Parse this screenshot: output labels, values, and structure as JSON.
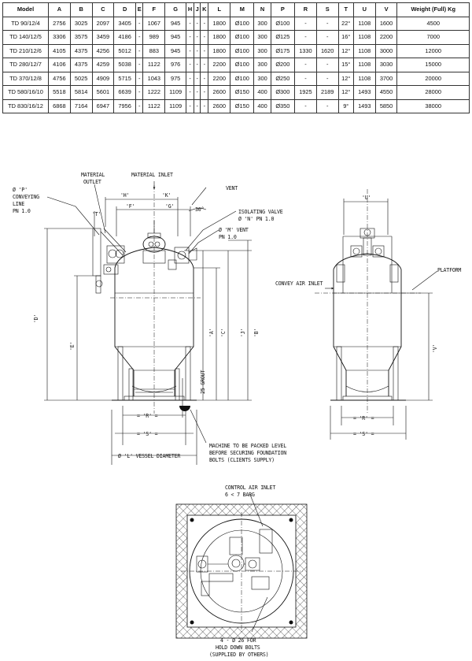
{
  "table": {
    "headers": [
      "Model",
      "A",
      "B",
      "C",
      "D",
      "E",
      "F",
      "G",
      "H",
      "J",
      "K",
      "L",
      "M",
      "N",
      "P",
      "R",
      "S",
      "T",
      "U",
      "V",
      "Weight (Full) Kg"
    ],
    "rows": [
      [
        "TD 90/12/4",
        "2756",
        "3025",
        "2097",
        "3405",
        "-",
        "1067",
        "945",
        "-",
        "-",
        "-",
        "1800",
        "Ø100",
        "300",
        "Ø100",
        "-",
        "-",
        "22°",
        "1108",
        "1600",
        "4500"
      ],
      [
        "TD 140/12/5",
        "3306",
        "3575",
        "3459",
        "4186",
        "-",
        "989",
        "945",
        "-",
        "-",
        "-",
        "1800",
        "Ø100",
        "300",
        "Ø125",
        "-",
        "-",
        "16°",
        "1108",
        "2200",
        "7000"
      ],
      [
        "TD 210/12/6",
        "4105",
        "4375",
        "4256",
        "5012",
        "-",
        "883",
        "945",
        "-",
        "-",
        "-",
        "1800",
        "Ø100",
        "300",
        "Ø175",
        "1330",
        "1620",
        "12°",
        "1108",
        "3000",
        "12000"
      ],
      [
        "TD 280/12/7",
        "4106",
        "4375",
        "4259",
        "5038",
        "-",
        "1122",
        "976",
        "-",
        "-",
        "-",
        "2200",
        "Ø100",
        "300",
        "Ø200",
        "-",
        "-",
        "15°",
        "1108",
        "3030",
        "15000"
      ],
      [
        "TD 370/12/8",
        "4756",
        "5025",
        "4909",
        "5715",
        "-",
        "1043",
        "975",
        "-",
        "-",
        "-",
        "2200",
        "Ø100",
        "300",
        "Ø250",
        "-",
        "-",
        "12°",
        "1108",
        "3700",
        "20000"
      ],
      [
        "TD 580/16/10",
        "5518",
        "5814",
        "5601",
        "6639",
        "-",
        "1222",
        "1109",
        "-",
        "-",
        "-",
        "2600",
        "Ø150",
        "400",
        "Ø300",
        "1925",
        "2189",
        "12°",
        "1493",
        "4550",
        "28000"
      ],
      [
        "TD 830/16/12",
        "6868",
        "7164",
        "6947",
        "7956",
        "-",
        "1122",
        "1109",
        "-",
        "-",
        "-",
        "2600",
        "Ø150",
        "400",
        "Ø350",
        "-",
        "-",
        "9°",
        "1493",
        "5850",
        "38000"
      ]
    ]
  },
  "front_view": {
    "material_outlet": [
      "MATERIAL",
      "OUTLET"
    ],
    "material_inlet": "MATERIAL INLET",
    "vent": "VENT",
    "conveying_line": [
      "Ø 'P'",
      "CONVEYING",
      "LINE",
      "PN 1.0"
    ],
    "isolating_valve": [
      "ISOLATING VALVE",
      "Ø 'N' PN 1.0"
    ],
    "vent_m": [
      "Ø 'M' VENT",
      "PN 1.0"
    ],
    "dim_h": "'H'",
    "dim_k": "'K'",
    "dim_f": "'F'",
    "dim_g": "'G'",
    "dim_t": "'T'",
    "angle": "30°",
    "dim_d": "'D'",
    "dim_e": "'E'",
    "dim_a": "'A'",
    "dim_c": "'C'",
    "dim_j": "'J'",
    "dim_b": "'B'",
    "grout": "25 GROUT",
    "dim_r": "= 'R' =",
    "dim_s": "= 'S' =",
    "vessel_diameter": "Ø 'L' VESSEL DIAMETER",
    "machine_note": [
      "MACHINE TO BE PACKED LEVEL",
      "BEFORE SECURING FOUNDATION",
      "BOLTS (CLIENTS SUPPLY)"
    ]
  },
  "side_view": {
    "dim_u": "'U'",
    "convey_air_inlet": "CONVEY AIR INLET",
    "platform": "PLATFORM",
    "dim_v": "'V'",
    "dim_r": "= 'R' =",
    "dim_s": "= 'S' ="
  },
  "plan_view": {
    "control_air": [
      "CONTROL AIR INLET",
      "6 < 7 BARG"
    ],
    "bolts_note": [
      "4 - Ø 26 FOR",
      "HOLD DOWN BOLTS",
      "(SUPPLIED BY OTHERS)"
    ]
  }
}
